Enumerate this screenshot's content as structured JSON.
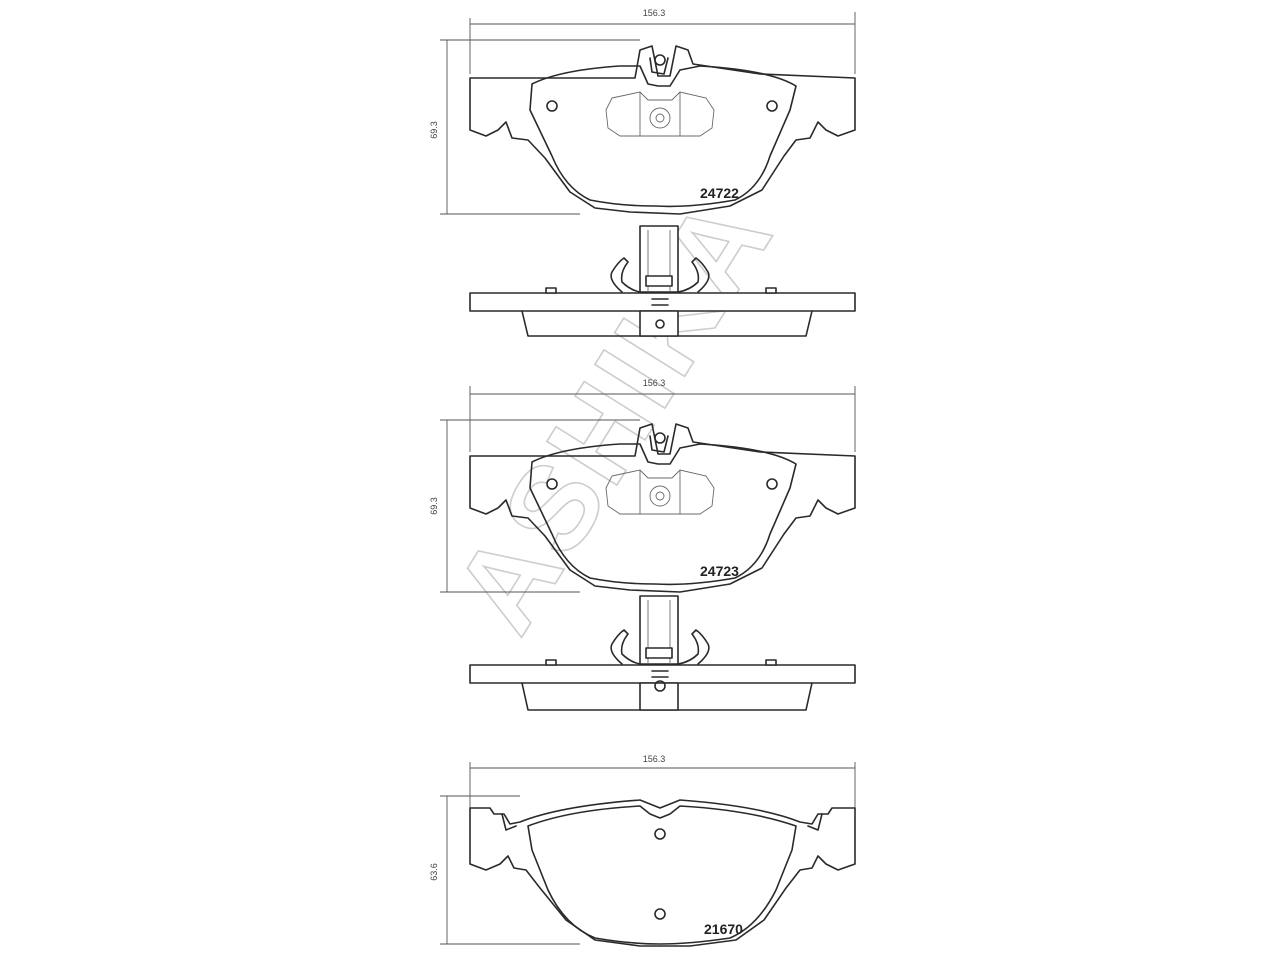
{
  "watermark": "ASHIKA",
  "views": [
    {
      "width_label": "156.3",
      "height_label": "69.3",
      "part_number": "24722"
    },
    {
      "width_label": "156.3",
      "height_label": "69.3",
      "part_number": "24723"
    },
    {
      "width_label": "156.3",
      "height_label": "63.6",
      "part_number": "21670"
    }
  ]
}
